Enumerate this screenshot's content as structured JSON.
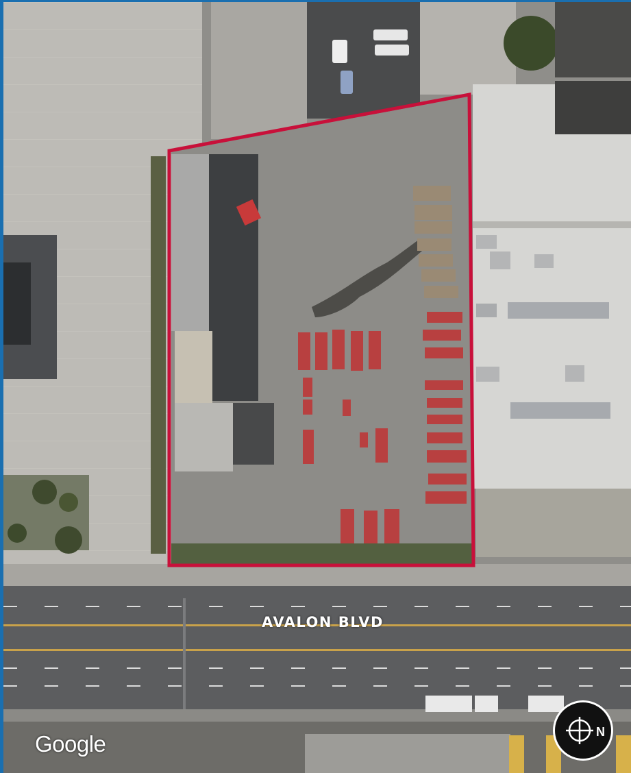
{
  "map": {
    "street_label": "AVALON BLVD",
    "attribution": "Google",
    "compass": {
      "icon": "north-arrow-compass-icon",
      "letter": "N"
    },
    "property_outline": {
      "color": "#c8103a"
    },
    "frame_color": "#1a6fb0"
  }
}
